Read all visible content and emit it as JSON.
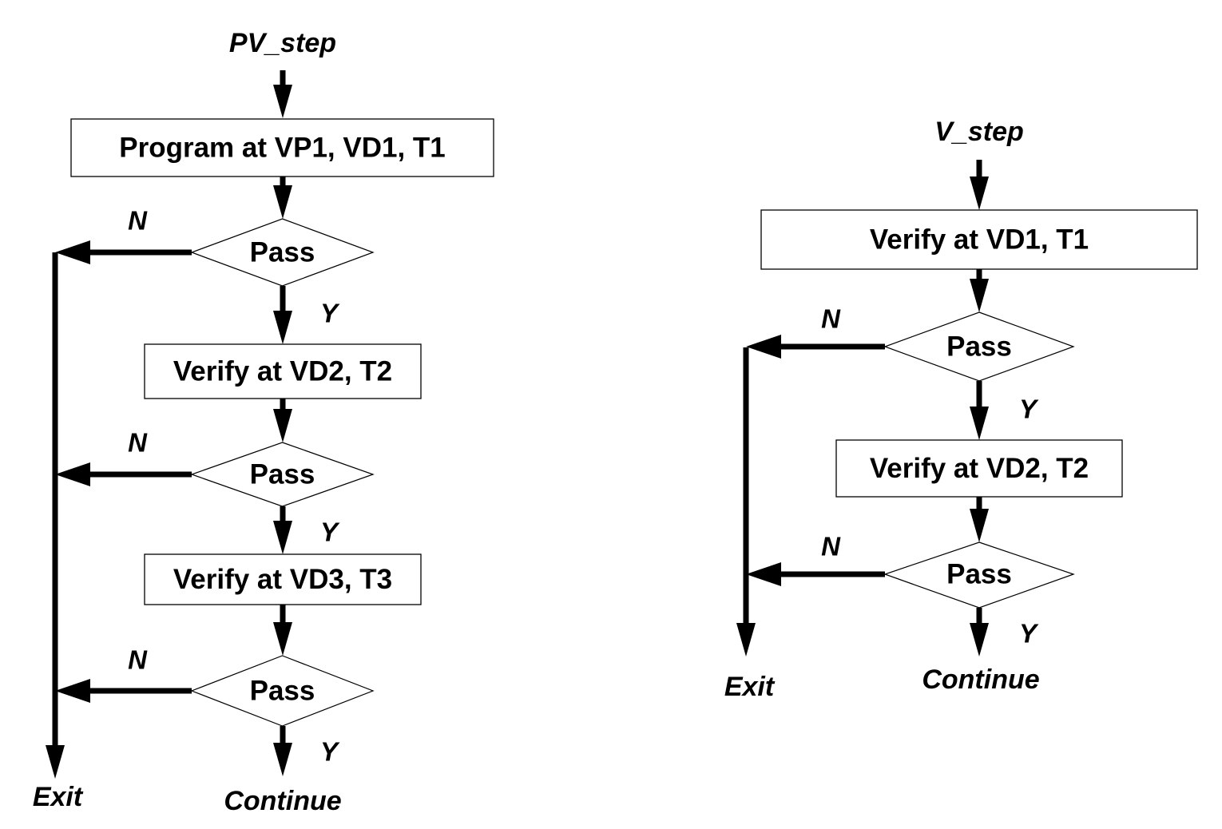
{
  "flowcharts": [
    {
      "id": "pv_step",
      "entry_label": "PV_step",
      "steps": [
        {
          "box": "Program at VP1, VD1, T1",
          "decision": "Pass",
          "yes_label": "Y",
          "no_label": "N"
        },
        {
          "box": "Verify at VD2, T2",
          "decision": "Pass",
          "yes_label": "Y",
          "no_label": "N"
        },
        {
          "box": "Verify at VD3, T3",
          "decision": "Pass",
          "yes_label": "Y",
          "no_label": "N"
        }
      ],
      "exit_label": "Exit",
      "continue_label": "Continue"
    },
    {
      "id": "v_step",
      "entry_label": "V_step",
      "steps": [
        {
          "box": "Verify at VD1, T1",
          "decision": "Pass",
          "yes_label": "Y",
          "no_label": "N"
        },
        {
          "box": "Verify at VD2, T2",
          "decision": "Pass",
          "yes_label": "Y",
          "no_label": "N"
        }
      ],
      "exit_label": "Exit",
      "continue_label": "Continue"
    }
  ]
}
